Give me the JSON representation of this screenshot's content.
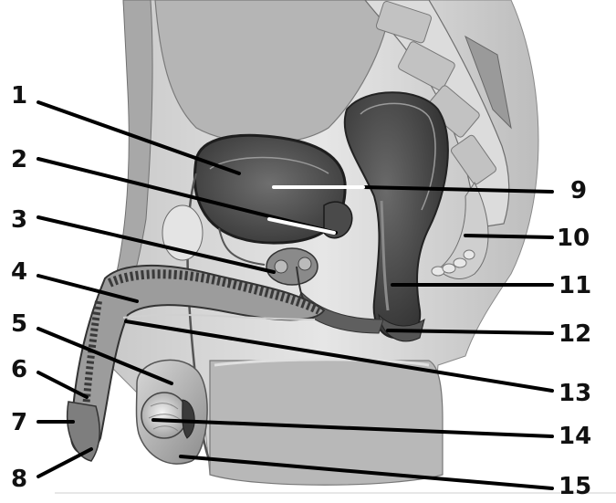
{
  "diagram": {
    "labels_left": [
      "1",
      "2",
      "3",
      "4",
      "5",
      "6",
      "7",
      "8"
    ],
    "labels_right": [
      "9",
      "10",
      "11",
      "12",
      "13",
      "14",
      "15"
    ]
  }
}
